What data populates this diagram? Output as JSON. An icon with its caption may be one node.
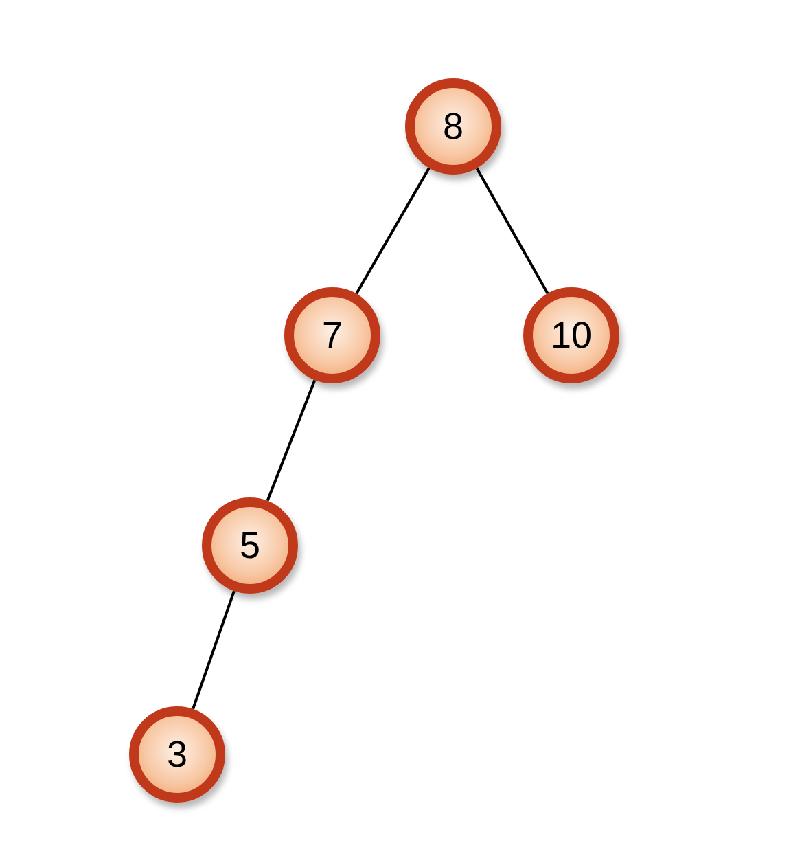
{
  "diagram": {
    "nodes": [
      {
        "text": [
          "8"
        ]
      },
      {
        "text": [
          "7"
        ]
      },
      {
        "text": [
          "10"
        ]
      },
      {
        "text": [
          "5"
        ]
      },
      {
        "text": [
          "3"
        ]
      }
    ],
    "edges": [
      {
        "from": 0,
        "to": 1,
        "arrow": "none"
      },
      {
        "from": 0,
        "to": 2,
        "arrow": "none"
      },
      {
        "from": 1,
        "to": 3,
        "arrow": "none"
      },
      {
        "from": 3,
        "to": 4,
        "arrow": "none"
      }
    ]
  }
}
